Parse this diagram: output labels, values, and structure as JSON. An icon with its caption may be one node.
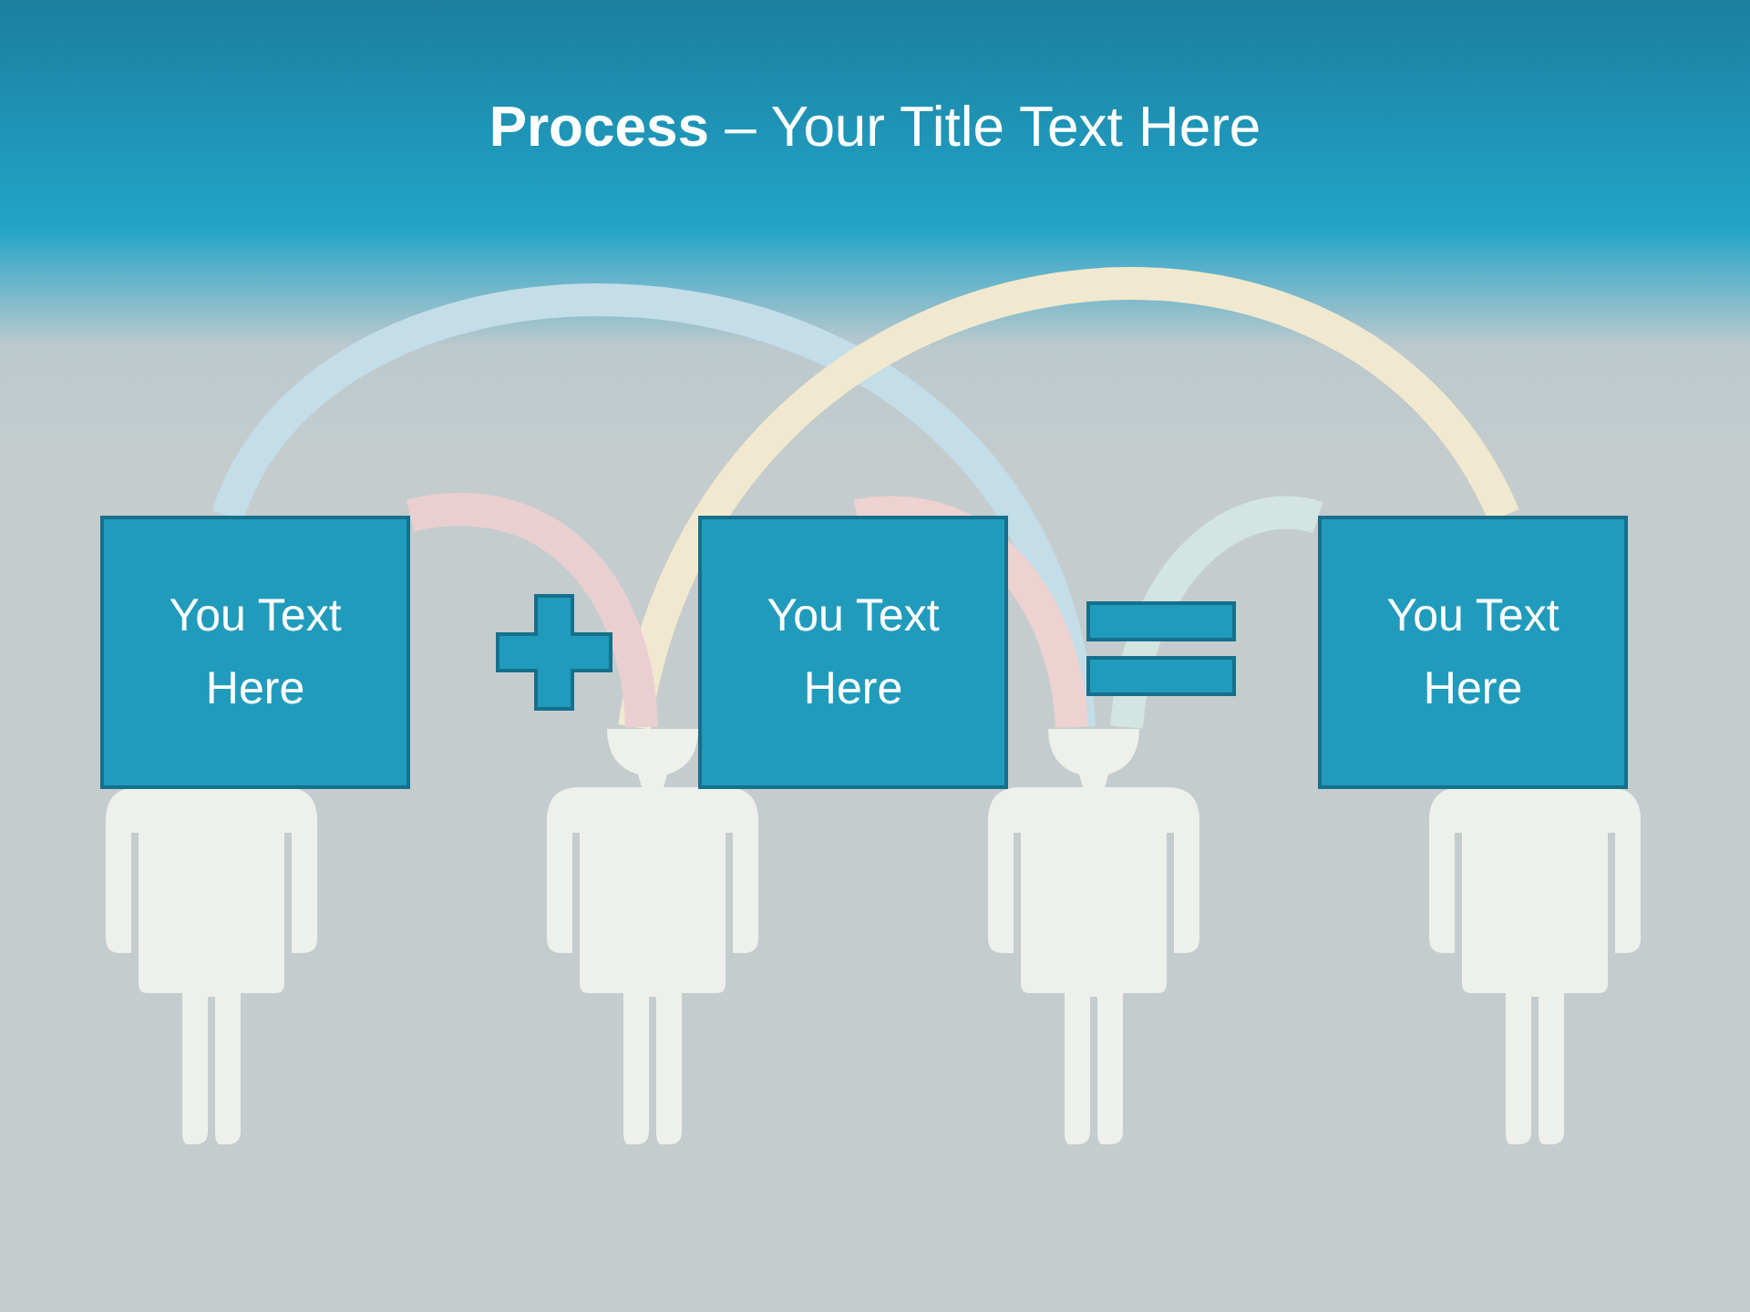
{
  "diagram": {
    "title": "**Process** – Your Title Text Here",
    "nodes": [
      {
        "text": [
          "You Text Here"
        ]
      },
      {
        "text": [
          "You Text Here"
        ]
      },
      {
        "text": [
          "You Text Here"
        ]
      },
      {
        "text": [],
        "shape": "person"
      },
      {
        "text": [],
        "shape": "person"
      },
      {
        "text": [],
        "shape": "person"
      },
      {
        "text": [],
        "shape": "person"
      }
    ],
    "edges": [
      {
        "from": 0,
        "to": 5,
        "arrow": "none",
        "color": "#c3dde9"
      },
      {
        "from": 2,
        "to": 4,
        "arrow": "none",
        "color": "#f1e9cf"
      },
      {
        "from": 0,
        "to": 4,
        "arrow": "none",
        "color": "#eacfd1"
      },
      {
        "from": 1,
        "to": 5,
        "arrow": "none",
        "color": "#eed2d1"
      },
      {
        "from": 2,
        "to": 5,
        "arrow": "none",
        "color": "#d3e5e1"
      }
    ]
  }
}
